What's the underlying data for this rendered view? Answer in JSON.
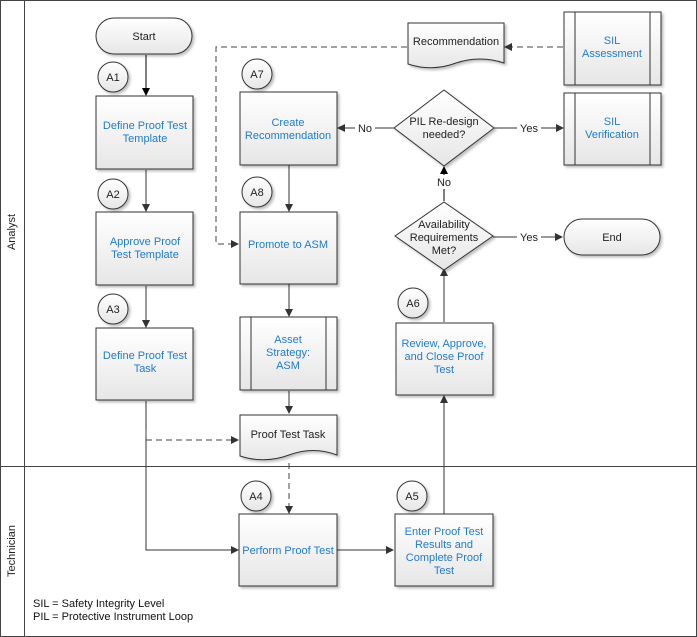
{
  "lanes": {
    "analyst": "Analyst",
    "technician": "Technician"
  },
  "nodes": {
    "start": "Start",
    "end": "End",
    "a1": {
      "marker": "A1",
      "label": [
        "Define Proof Test",
        "Template"
      ]
    },
    "a2": {
      "marker": "A2",
      "label": [
        "Approve Proof",
        "Test Template"
      ]
    },
    "a3": {
      "marker": "A3",
      "label": [
        "Define Proof Test",
        "Task"
      ]
    },
    "a4": {
      "marker": "A4",
      "label": [
        "Perform Proof Test"
      ]
    },
    "a5": {
      "marker": "A5",
      "label": [
        "Enter Proof Test",
        "Results and",
        "Complete Proof",
        "Test"
      ]
    },
    "a6": {
      "marker": "A6",
      "label": [
        "Review, Approve,",
        "and Close Proof",
        "Test"
      ]
    },
    "a7": {
      "marker": "A7",
      "label": [
        "Create",
        "Recommendation"
      ]
    },
    "a8": {
      "marker": "A8",
      "label": [
        "Promote to ASM"
      ]
    },
    "asset_strategy": [
      "Asset",
      "Strategy:",
      "ASM"
    ],
    "proof_test_task": "Proof Test Task",
    "recommendation": "Recommendation",
    "sil_assessment": [
      "SIL",
      "Assessment"
    ],
    "sil_verification": [
      "SIL",
      "Verification"
    ],
    "pil_decision": [
      "PIL Re-design",
      "needed?"
    ],
    "availability_decision": [
      "Availability",
      "Requirements",
      "Met?"
    ]
  },
  "edge_labels": {
    "no": "No",
    "yes": "Yes"
  },
  "legend": {
    "sil": "SIL = Safety Integrity Level",
    "pil": "PIL = Protective Instrument Loop"
  }
}
